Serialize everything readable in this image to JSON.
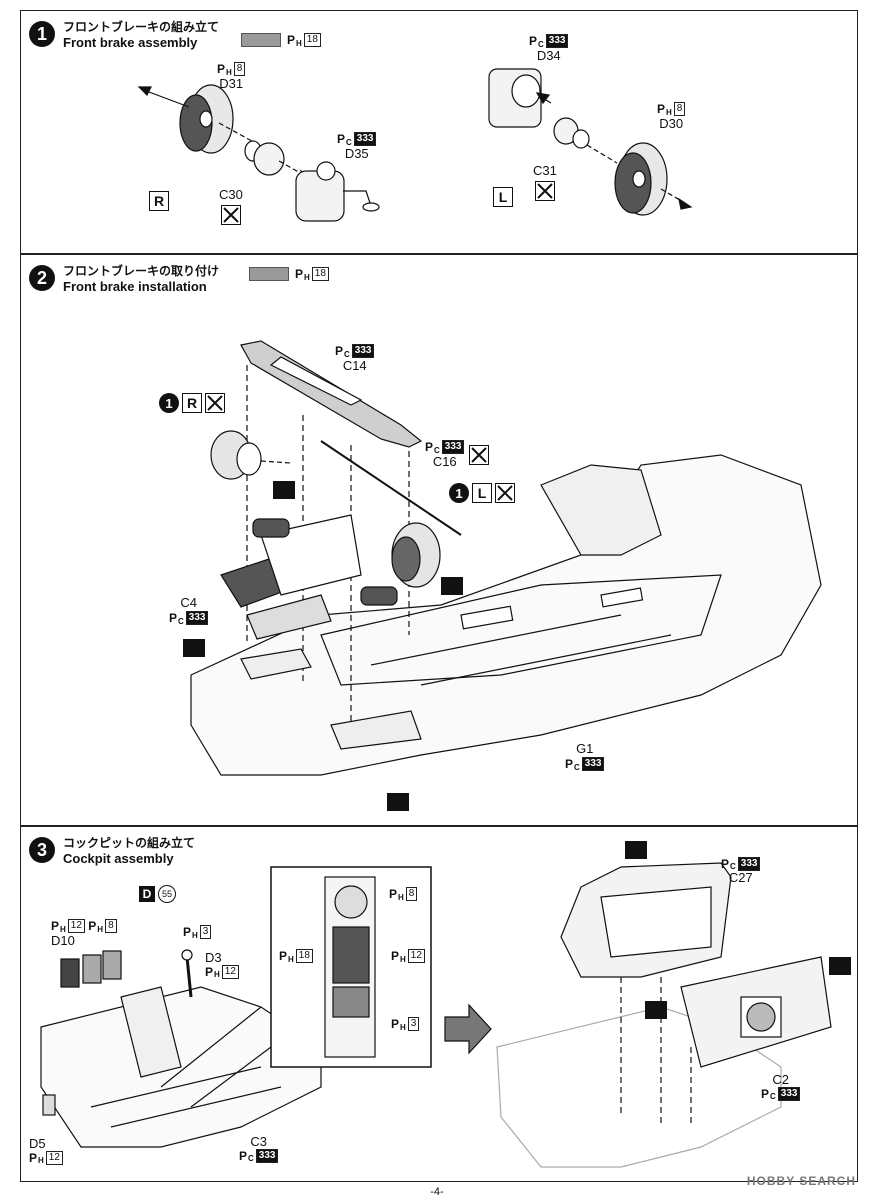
{
  "steps": [
    {
      "number": "1",
      "title_jp": "フロントブレーキの組み立て",
      "title_en": "Front brake assembly",
      "paint": {
        "prefix": "P",
        "sub": "H",
        "num": "18"
      },
      "labels": {
        "d31": {
          "part": "D31",
          "prefix": "P",
          "sub": "H",
          "num": "8"
        },
        "d35": {
          "part": "D35",
          "prefix": "P",
          "sub": "C",
          "num": "333"
        },
        "c30": {
          "part": "C30"
        },
        "d34": {
          "part": "D34",
          "prefix": "P",
          "sub": "C",
          "num": "333"
        },
        "d30": {
          "part": "D30",
          "prefix": "P",
          "sub": "H",
          "num": "8"
        },
        "c31": {
          "part": "C31"
        }
      },
      "side_r": "R",
      "side_l": "L"
    },
    {
      "number": "2",
      "title_jp": "フロントブレーキの取り付け",
      "title_en": "Front brake installation",
      "paint": {
        "prefix": "P",
        "sub": "H",
        "num": "18"
      },
      "labels": {
        "c14": {
          "part": "C14",
          "prefix": "P",
          "sub": "C",
          "num": "333"
        },
        "c16": {
          "part": "C16",
          "prefix": "P",
          "sub": "C",
          "num": "333"
        },
        "c4": {
          "part": "C4",
          "prefix": "P",
          "sub": "C",
          "num": "333"
        },
        "g1": {
          "part": "G1",
          "prefix": "P",
          "sub": "C",
          "num": "333"
        }
      },
      "ref_r": {
        "num": "1",
        "side": "R"
      },
      "ref_l": {
        "num": "1",
        "side": "L"
      }
    },
    {
      "number": "3",
      "title_jp": "コックピットの組み立て",
      "title_en": "Cockpit assembly",
      "decal": {
        "letter": "D",
        "num": "55"
      },
      "labels": {
        "d10": {
          "part": "D10",
          "p1": {
            "prefix": "P",
            "sub": "H",
            "num": "12"
          },
          "p2": {
            "prefix": "P",
            "sub": "H",
            "num": "8"
          }
        },
        "d3": {
          "part": "D3",
          "p1": {
            "prefix": "P",
            "sub": "H",
            "num": "3"
          },
          "p2": {
            "prefix": "P",
            "sub": "H",
            "num": "12"
          }
        },
        "d5": {
          "part": "D5",
          "prefix": "P",
          "sub": "H",
          "num": "12"
        },
        "c3": {
          "part": "C3",
          "prefix": "P",
          "sub": "C",
          "num": "333"
        },
        "c27": {
          "part": "C27",
          "prefix": "P",
          "sub": "C",
          "num": "333"
        },
        "c2": {
          "part": "C2",
          "prefix": "P",
          "sub": "C",
          "num": "333"
        }
      },
      "detail": {
        "top": {
          "prefix": "P",
          "sub": "H",
          "num": "8"
        },
        "left": {
          "prefix": "P",
          "sub": "H",
          "num": "18"
        },
        "right": {
          "prefix": "P",
          "sub": "H",
          "num": "12"
        },
        "bottom": {
          "prefix": "P",
          "sub": "H",
          "num": "3"
        }
      }
    }
  ],
  "page_number": "-4-",
  "watermark": "HOBBY SEARCH"
}
